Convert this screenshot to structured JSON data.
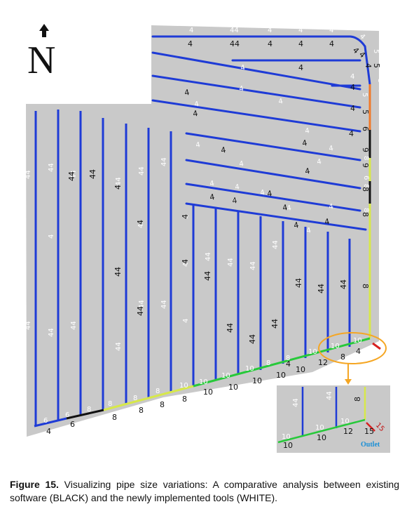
{
  "north_label": "N",
  "outlet_label": "Outlet",
  "caption": {
    "label": "Figure 15.",
    "text": "Visualizing pipe size variations: A comparative analysis between existing software (BLACK) and the newly implemented tools (WHITE)."
  },
  "colors": {
    "land": "#c9c9c9",
    "pipe_4": "#1e3bd6",
    "pipe_6": "#111111",
    "pipe_8": "#d7e84a",
    "pipe_9": "#111111",
    "pipe_5": "#f07a2a",
    "pipe_10": "#27c93a",
    "pipe_12": "#22bb30",
    "pipe_15": "#d62020",
    "highlight_ellipse": "#f5a623",
    "arrow": "#f5a623",
    "outlet_text": "#1a8fd6"
  },
  "labels_white": [
    "4",
    "44",
    "4",
    "4",
    "4",
    "4",
    "5",
    "5",
    "4",
    "5",
    "4",
    "4",
    "4",
    "4",
    "4",
    "4",
    "4",
    "4",
    "4",
    "4",
    "6",
    "4",
    "8",
    "8",
    "8",
    "44",
    "44",
    "44",
    "44",
    "44",
    "44",
    "4",
    "4",
    "4",
    "4",
    "4",
    "4",
    "4",
    "4",
    "4",
    "44",
    "44",
    "44",
    "44",
    "44",
    "44",
    "44",
    "44",
    "44",
    "44",
    "44",
    "4",
    "6",
    "6",
    "8",
    "8",
    "8",
    "8",
    "10",
    "10",
    "10",
    "10",
    "8",
    "8",
    "10",
    "10",
    "10"
  ],
  "labels_black": [
    "4",
    "44",
    "4",
    "4",
    "4",
    "4",
    "4",
    "4",
    "5",
    "4",
    "4",
    "5",
    "4",
    "6",
    "4",
    "9",
    "4",
    "9",
    "4",
    "8",
    "4",
    "8",
    "4",
    "8",
    "4",
    "44",
    "4",
    "44",
    "4",
    "4",
    "4",
    "4",
    "4",
    "4",
    "4",
    "4",
    "4",
    "44",
    "44",
    "44",
    "44",
    "44",
    "44",
    "44",
    "44",
    "44",
    "4",
    "6",
    "8",
    "8",
    "8",
    "8",
    "10",
    "10",
    "10",
    "10",
    "10",
    "12",
    "8",
    "4",
    "4"
  ],
  "inset_labels": {
    "white": [
      "44",
      "44",
      "8",
      "10",
      "10",
      "10"
    ],
    "black": [
      "10",
      "10",
      "12",
      "15"
    ],
    "red": [
      "15"
    ]
  }
}
